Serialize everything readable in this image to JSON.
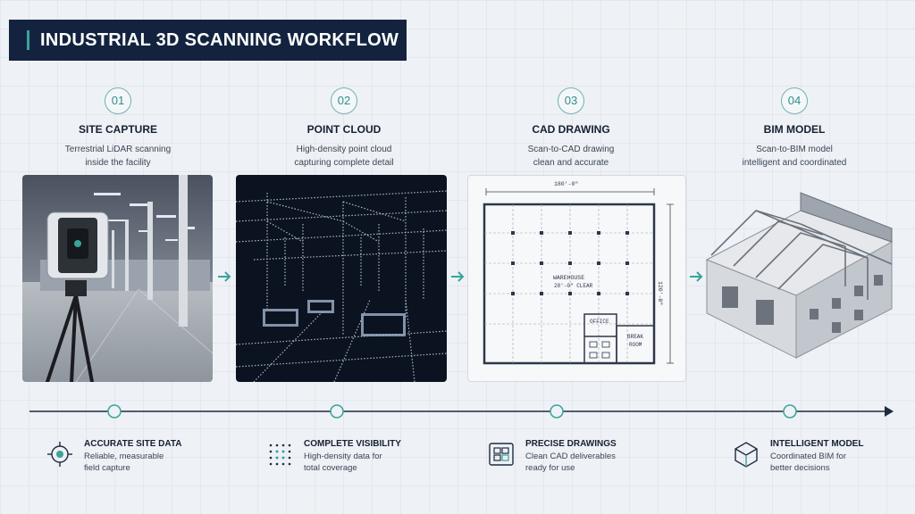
{
  "header": {
    "title": "INDUSTRIAL 3D SCANNING WORKFLOW"
  },
  "colors": {
    "navy": "#13233f",
    "teal": "#3aa39a",
    "dark_text": "#162033"
  },
  "steps": [
    {
      "num": "01",
      "title": "SITE CAPTURE",
      "desc1": "Terrestrial LiDAR scanning",
      "desc2": "inside the facility"
    },
    {
      "num": "02",
      "title": "POINT CLOUD",
      "desc1": "High-density point cloud",
      "desc2": "capturing complete detail"
    },
    {
      "num": "03",
      "title": "CAD DRAWING",
      "desc1": "Scan-to-CAD drawing",
      "desc2": "clean and accurate"
    },
    {
      "num": "04",
      "title": "BIM MODEL",
      "desc1": "Scan-to-BIM model",
      "desc2": "intelligent and coordinated"
    }
  ],
  "cad": {
    "width_dim": "180'-0\"",
    "height_dim": "120'-0\"",
    "room_main": "WAREHOUSE",
    "room_main_sub": "28'-0\" CLEAR",
    "room_office": "OFFICE",
    "room_break1": "BREAK",
    "room_break2": "ROOM"
  },
  "features": [
    {
      "icon": "target-icon",
      "title": "ACCURATE SITE DATA",
      "desc1": "Reliable, measurable",
      "desc2": "field capture"
    },
    {
      "icon": "dot-grid-icon",
      "title": "COMPLETE VISIBILITY",
      "desc1": "High-density data for",
      "desc2": "total coverage"
    },
    {
      "icon": "blueprint-icon",
      "title": "PRECISE DRAWINGS",
      "desc1": "Clean CAD deliverables",
      "desc2": "ready for use"
    },
    {
      "icon": "cube-icon",
      "title": "INTELLIGENT MODEL",
      "desc1": "Coordinated BIM for",
      "desc2": "better decisions"
    }
  ]
}
